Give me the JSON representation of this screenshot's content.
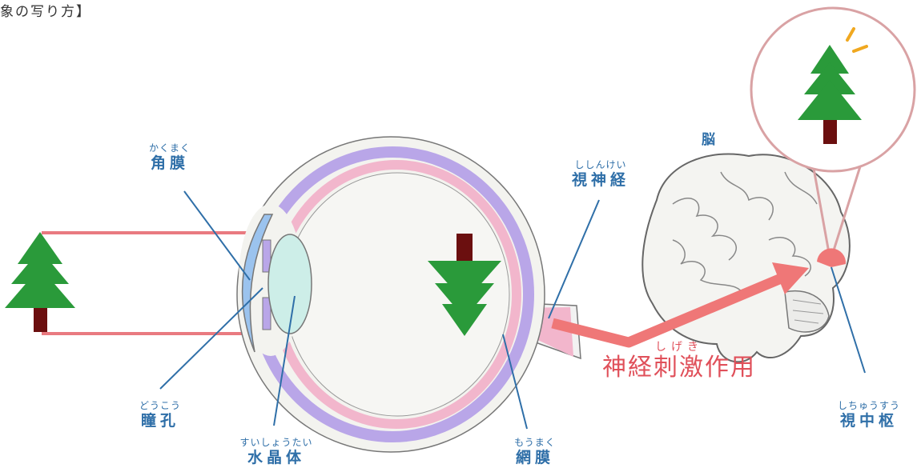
{
  "page": {
    "title_fragment": "象の写り方】"
  },
  "labels": {
    "cornea": {
      "ruby": "かくまく",
      "term": "角膜"
    },
    "optic_nerve": {
      "ruby": "ししんけい",
      "term": "視神経"
    },
    "pupil": {
      "ruby": "どうこう",
      "term": "瞳孔"
    },
    "lens": {
      "ruby": "すいしょうたい",
      "term": "水晶体"
    },
    "retina": {
      "ruby": "もうまく",
      "term": "網膜"
    },
    "visual_center": {
      "ruby": "しちゅうすう",
      "term": "視中枢"
    },
    "brain": "脳",
    "stimulus": {
      "ruby": "しげき",
      "term": "神経刺激作用"
    }
  },
  "colors": {
    "label_blue": "#2f6fa8",
    "tree_green": "#2a9a3a",
    "trunk": "#6b0f0f",
    "beam_pink": "#e97a80",
    "retina_pink": "#f2b6cc",
    "choroid_purple": "#b9a6e8",
    "lens_fill": "#cdeee8",
    "arrow_red": "#ef7777",
    "circle_border": "#d9a2a4"
  }
}
